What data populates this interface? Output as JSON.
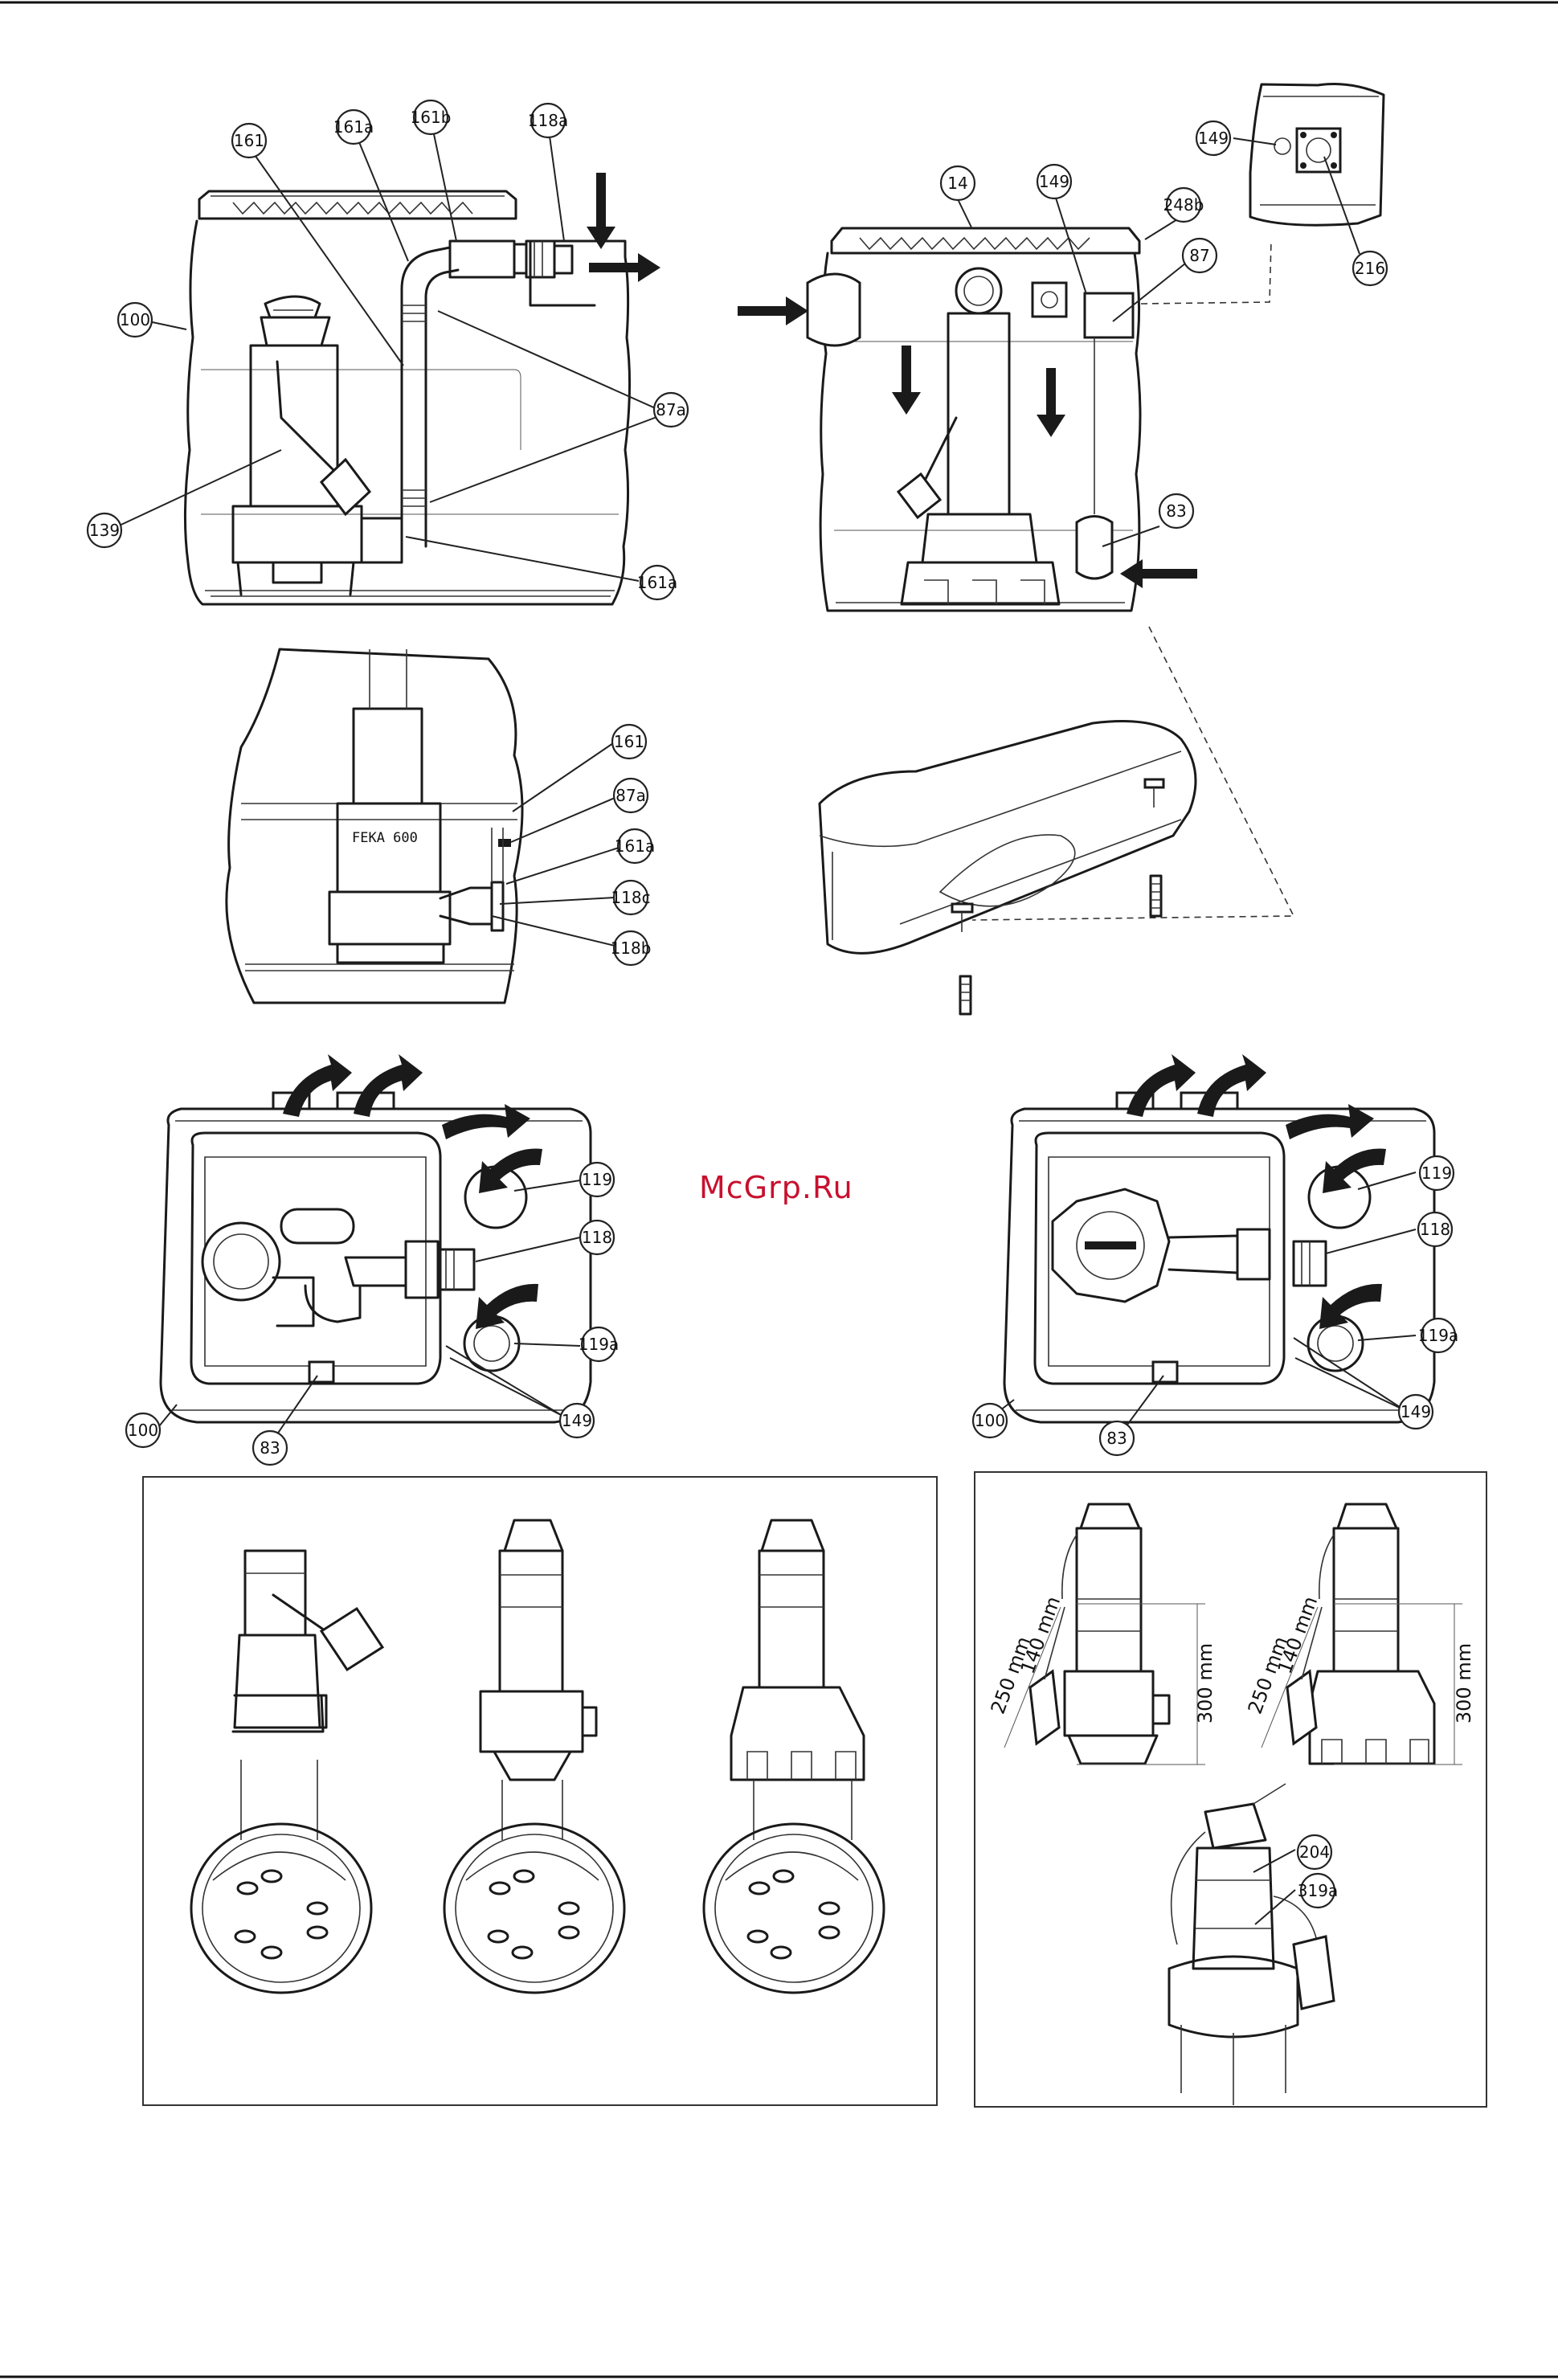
{
  "watermark": "McGrp.Ru",
  "colors": {
    "line": "#1a1a1a",
    "watermark": "#c8102e",
    "background": "#ffffff"
  },
  "model_label": "FEKA 600",
  "callouts": {
    "fig1": [
      "161",
      "161a",
      "161b",
      "118a",
      "100",
      "87a",
      "139",
      "161a"
    ],
    "fig2": [
      "149",
      "216",
      "14",
      "149",
      "248b",
      "87",
      "83"
    ],
    "fig3": [
      "161",
      "87a",
      "161a",
      "118c",
      "118b"
    ],
    "fig5": [
      "119",
      "118",
      "119a",
      "100",
      "83",
      "149"
    ],
    "fig6": [
      "119",
      "118",
      "119a",
      "100",
      "83",
      "149"
    ],
    "fig8": [
      "204",
      "319a"
    ]
  },
  "dimensions": {
    "left_pump": {
      "float_low": "250 mm",
      "float_high": "140 mm",
      "height": "300 mm"
    },
    "right_pump": {
      "float_low": "250 mm",
      "float_high": "140 mm",
      "height": "300 mm"
    }
  }
}
